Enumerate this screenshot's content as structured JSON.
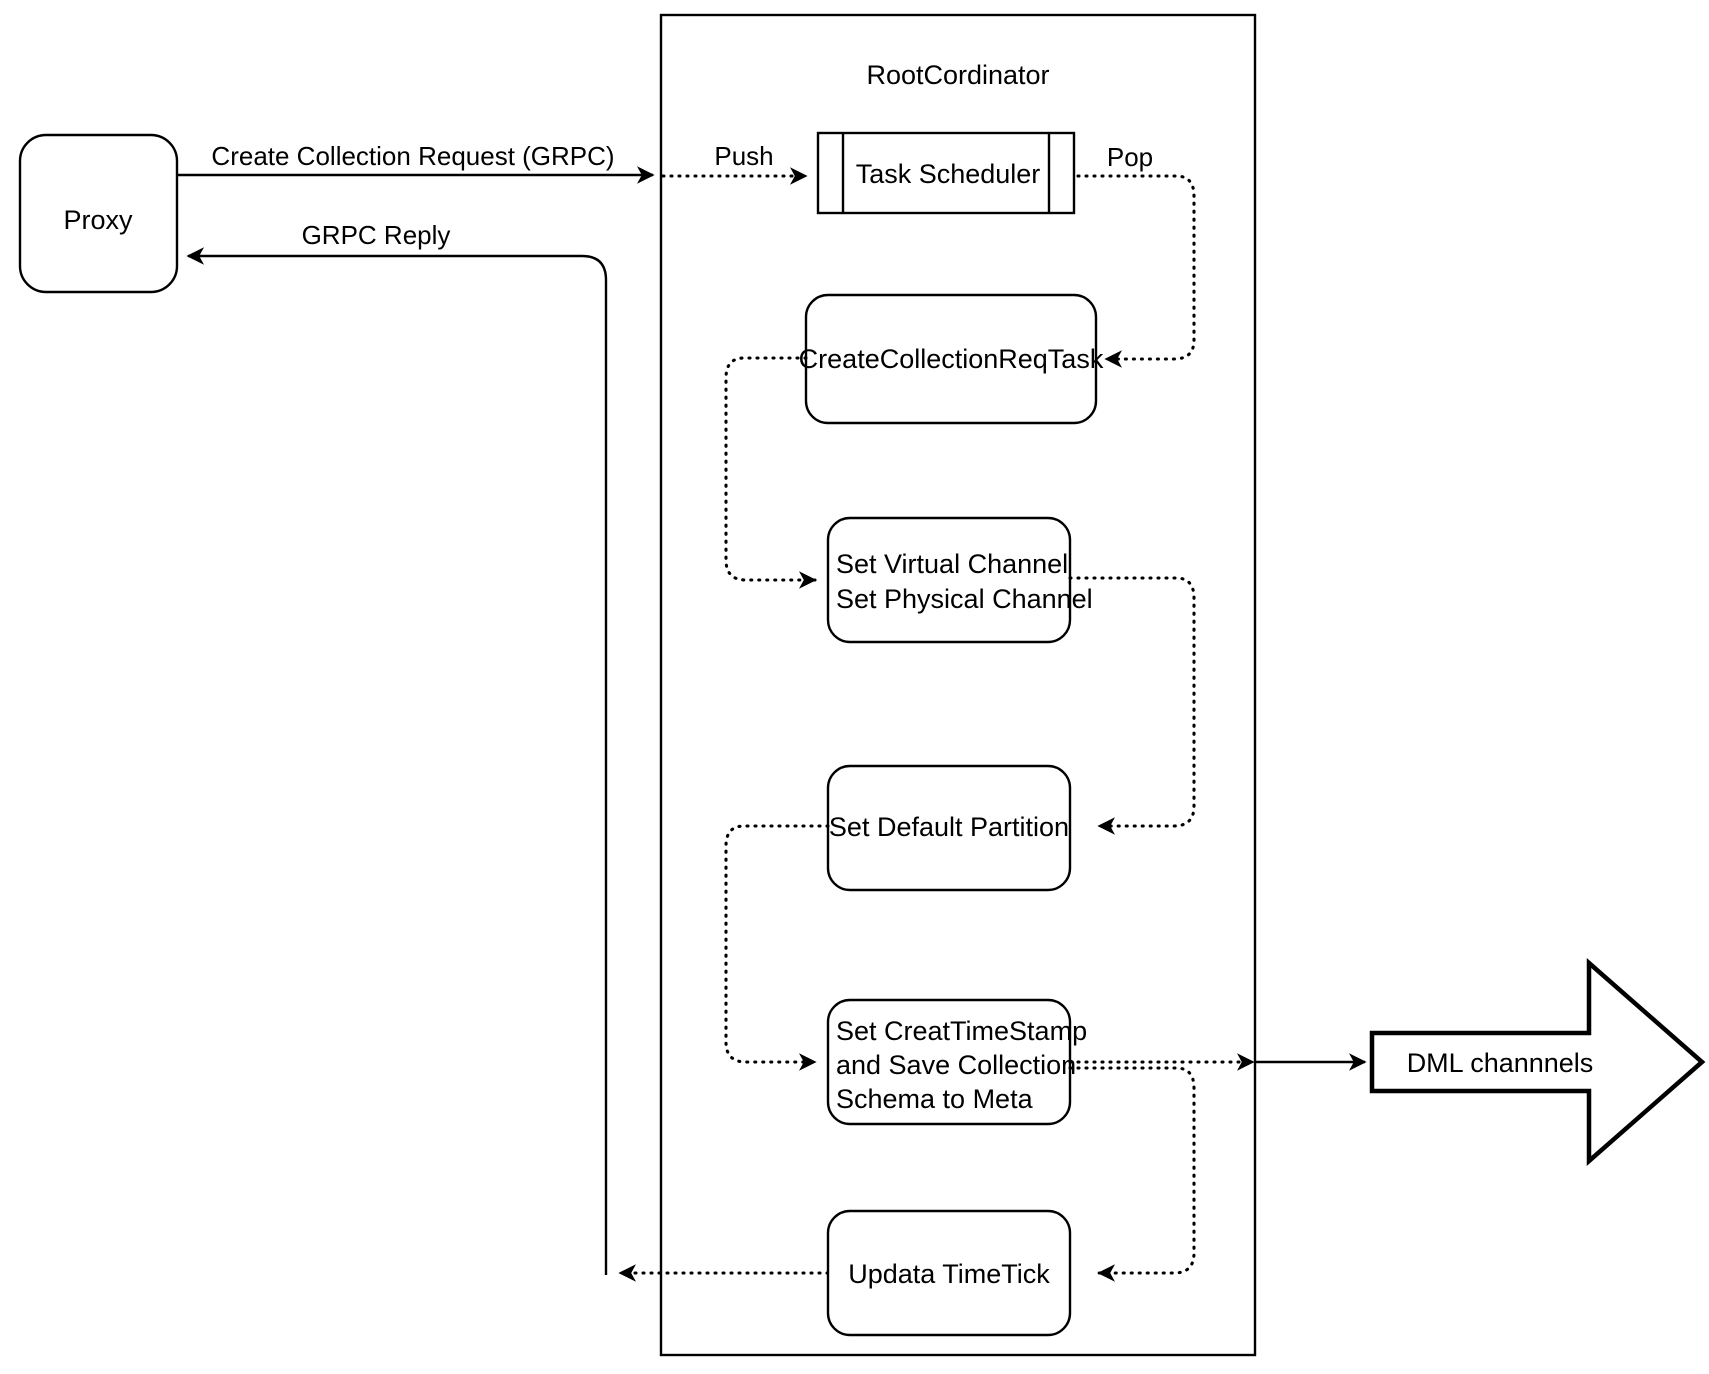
{
  "diagram": {
    "title_label": "RootCordinator",
    "colors": {
      "stroke": "#000000",
      "fill": "#ffffff",
      "text": "#000000"
    },
    "external_nodes": [
      {
        "id": "proxy",
        "label": "Proxy",
        "shape": "rounded-rect"
      },
      {
        "id": "dml-channels",
        "label": "DML channnels",
        "shape": "right-arrow-block"
      }
    ],
    "container": {
      "id": "rootcordinator",
      "label": "RootCordinator",
      "shape": "rect"
    },
    "nodes": [
      {
        "id": "task-scheduler",
        "label": "Task Scheduler",
        "shape": "queue-rect"
      },
      {
        "id": "create-collection-req-task",
        "label": "CreateCollectionReqTask",
        "shape": "rounded-rect"
      },
      {
        "id": "set-channel",
        "label": "Set Virtual Channel\nSet Physical Channel",
        "lines": [
          "Set Virtual Channel",
          "Set Physical Channel"
        ],
        "shape": "rounded-rect"
      },
      {
        "id": "set-default-partition",
        "label": "Set Default Partition",
        "shape": "rounded-rect"
      },
      {
        "id": "set-creat-timestamp",
        "label": "Set CreatTimeStamp and Save Collection Schema to Meta",
        "lines": [
          "Set CreatTimeStamp",
          "and Save Collection",
          "Schema to Meta"
        ],
        "shape": "rounded-rect"
      },
      {
        "id": "updata-timetick",
        "label": "Updata TimeTick",
        "shape": "rounded-rect"
      }
    ],
    "edges": [
      {
        "id": "edge-create-collection-request",
        "label": "Create Collection Request (GRPC)",
        "from": "proxy",
        "to": "rootcordinator",
        "style": "solid"
      },
      {
        "id": "edge-grpc-reply",
        "label": "GRPC Reply",
        "from": "rootcordinator",
        "to": "proxy",
        "style": "solid"
      },
      {
        "id": "edge-push",
        "label": "Push",
        "from": "rootcordinator-boundary",
        "to": "task-scheduler",
        "style": "dotted"
      },
      {
        "id": "edge-pop",
        "label": "Pop",
        "from": "task-scheduler",
        "to": "create-collection-req-task",
        "style": "dotted"
      },
      {
        "id": "edge-task-to-channel",
        "label": "",
        "from": "create-collection-req-task",
        "to": "set-channel",
        "style": "dotted"
      },
      {
        "id": "edge-channel-to-partition",
        "label": "",
        "from": "set-channel",
        "to": "set-default-partition",
        "style": "dotted"
      },
      {
        "id": "edge-partition-to-timestamp",
        "label": "",
        "from": "set-default-partition",
        "to": "set-creat-timestamp",
        "style": "dotted"
      },
      {
        "id": "edge-timestamp-to-dml",
        "label": "",
        "from": "set-creat-timestamp",
        "to": "dml-channels",
        "style": "dotted-then-solid"
      },
      {
        "id": "edge-timestamp-to-timetick",
        "label": "",
        "from": "set-creat-timestamp",
        "to": "updata-timetick",
        "style": "dotted"
      },
      {
        "id": "edge-timetick-to-reply",
        "label": "",
        "from": "updata-timetick",
        "to": "edge-grpc-reply",
        "style": "dotted"
      }
    ],
    "edge_labels": {
      "create_collection_request": "Create Collection Request (GRPC)",
      "grpc_reply": "GRPC Reply",
      "push": "Push",
      "pop": "Pop"
    }
  }
}
